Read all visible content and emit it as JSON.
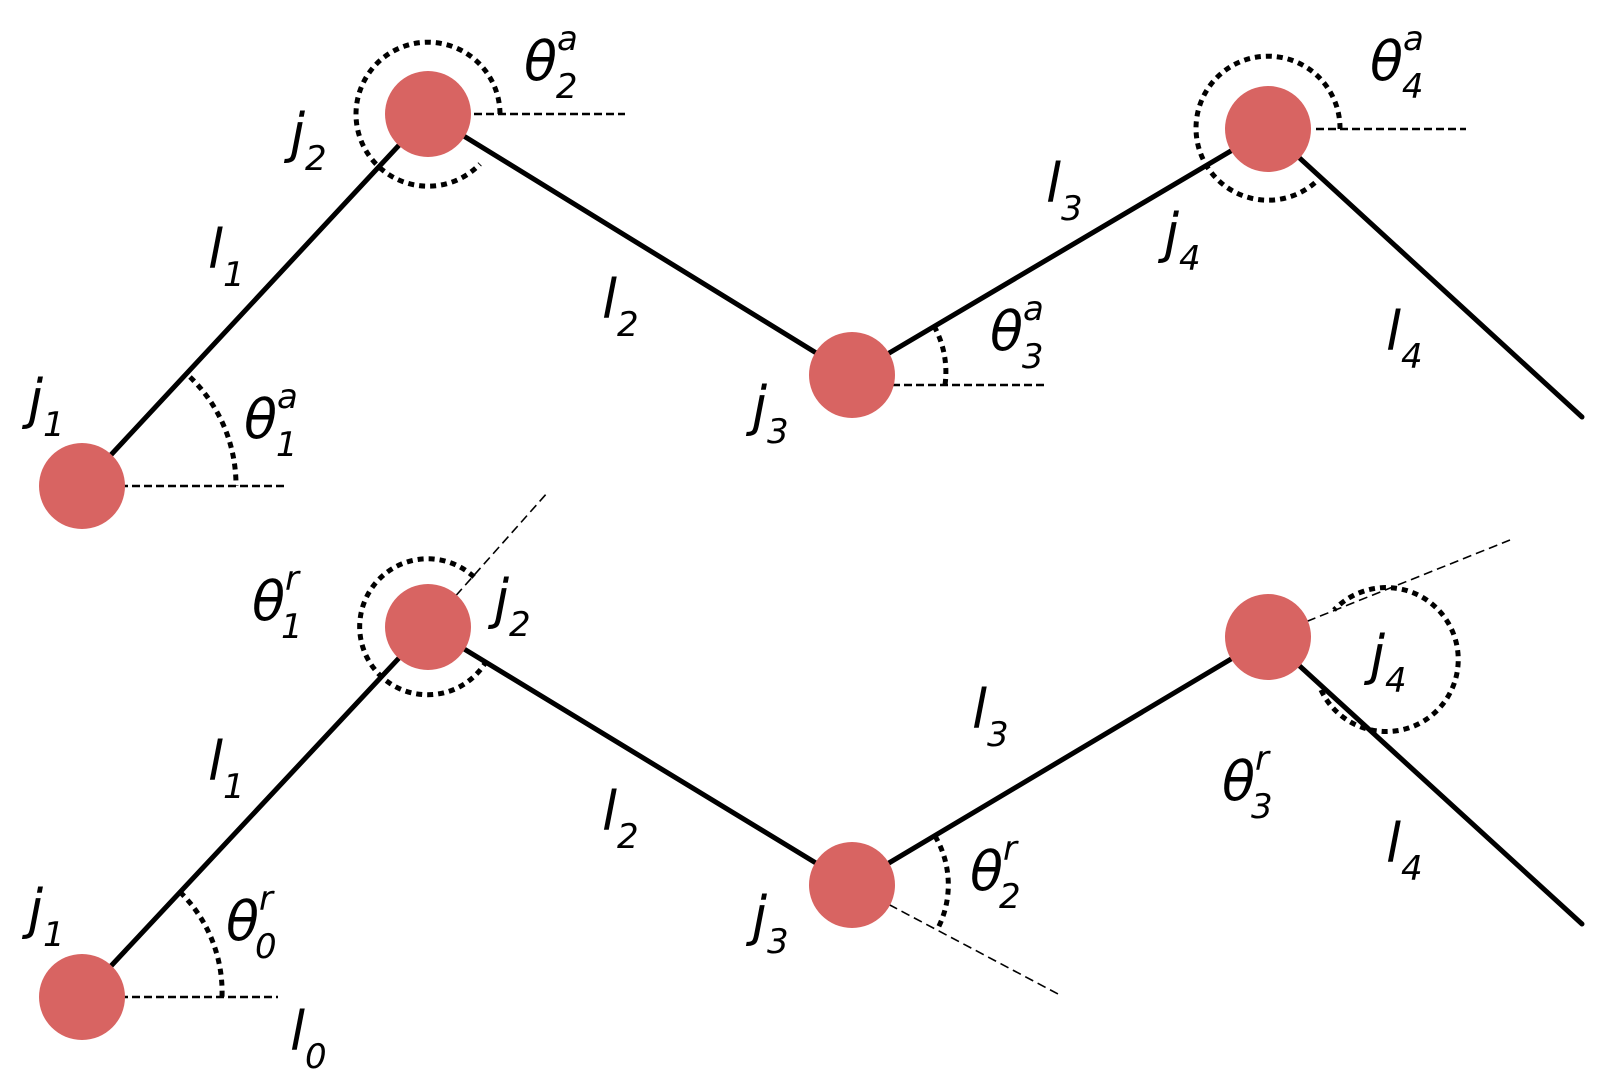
{
  "colors": {
    "joint": "#d86462",
    "line": "#000000",
    "background": "#ffffff"
  },
  "top_diagram": {
    "joints": [
      {
        "main": "j",
        "sub": "1"
      },
      {
        "main": "j",
        "sub": "2"
      },
      {
        "main": "j",
        "sub": "3"
      },
      {
        "main": "j",
        "sub": "4"
      }
    ],
    "links": [
      {
        "main": "l",
        "sub": "1"
      },
      {
        "main": "l",
        "sub": "2"
      },
      {
        "main": "l",
        "sub": "3"
      },
      {
        "main": "l",
        "sub": "4"
      }
    ],
    "angles": [
      {
        "main": "θ",
        "sup": "a",
        "sub": "1"
      },
      {
        "main": "θ",
        "sup": "a",
        "sub": "2"
      },
      {
        "main": "θ",
        "sup": "a",
        "sub": "3"
      },
      {
        "main": "θ",
        "sup": "a",
        "sub": "4"
      }
    ]
  },
  "bottom_diagram": {
    "joints": [
      {
        "main": "j",
        "sub": "1"
      },
      {
        "main": "j",
        "sub": "2"
      },
      {
        "main": "j",
        "sub": "3"
      },
      {
        "main": "j",
        "sub": "4"
      }
    ],
    "links": [
      {
        "main": "l",
        "sub": "0"
      },
      {
        "main": "l",
        "sub": "1"
      },
      {
        "main": "l",
        "sub": "2"
      },
      {
        "main": "l",
        "sub": "3"
      },
      {
        "main": "l",
        "sub": "4"
      }
    ],
    "angles": [
      {
        "main": "θ",
        "sup": "r",
        "sub": "0"
      },
      {
        "main": "θ",
        "sup": "r",
        "sub": "1"
      },
      {
        "main": "θ",
        "sup": "r",
        "sub": "2"
      },
      {
        "main": "θ",
        "sup": "r",
        "sub": "3"
      }
    ]
  }
}
